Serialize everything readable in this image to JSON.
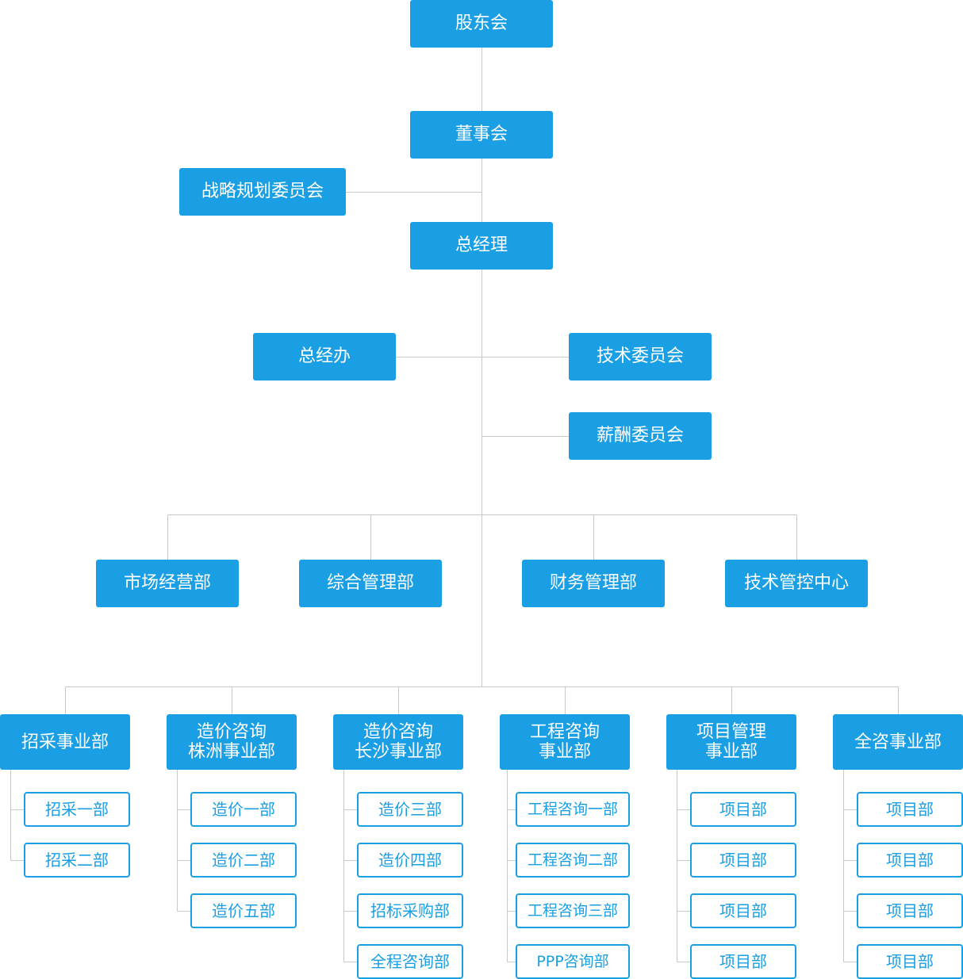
{
  "top": [
    {
      "id": "gudonghui",
      "label": "股东会"
    },
    {
      "id": "dongshihui",
      "label": "董事会"
    },
    {
      "id": "zhanlue",
      "label": "战略规划委员会"
    },
    {
      "id": "zongjingli",
      "label": "总经理"
    },
    {
      "id": "zongjingban",
      "label": "总经办"
    },
    {
      "id": "jishuweiyuanhui",
      "label": "技术委员会"
    },
    {
      "id": "xinchouweiyuanhui",
      "label": "薪酬委员会"
    }
  ],
  "functional_departments": [
    {
      "id": "shichang",
      "label": "市场经营部"
    },
    {
      "id": "zonghe",
      "label": "综合管理部"
    },
    {
      "id": "caiwu",
      "label": "财务管理部"
    },
    {
      "id": "jishuguankong",
      "label": "技术管控中心"
    }
  ],
  "divisions": [
    {
      "id": "zhaocai",
      "label": "招采事业部",
      "subs": [
        "招采一部",
        "招采二部"
      ]
    },
    {
      "id": "zhuzhou",
      "label": "造价咨询\n株洲事业部",
      "subs": [
        "造价一部",
        "造价二部",
        "造价五部"
      ]
    },
    {
      "id": "changsha",
      "label": "造价咨询\n长沙事业部",
      "subs": [
        "造价三部",
        "造价四部",
        "招标采购部",
        "全程咨询部"
      ]
    },
    {
      "id": "gongcheng",
      "label": "工程咨询\n事业部",
      "subs": [
        "工程咨询一部",
        "工程咨询二部",
        "工程咨询三部",
        "PPP咨询部"
      ]
    },
    {
      "id": "xiangmu",
      "label": "项目管理\n事业部",
      "subs": [
        "项目部",
        "项目部",
        "项目部",
        "项目部"
      ]
    },
    {
      "id": "quanzi",
      "label": "全咨事业部",
      "subs": [
        "项目部",
        "项目部",
        "项目部",
        "项目部"
      ]
    }
  ],
  "colors": {
    "accent": "#1a9fe4",
    "line": "#c8c8c8"
  }
}
